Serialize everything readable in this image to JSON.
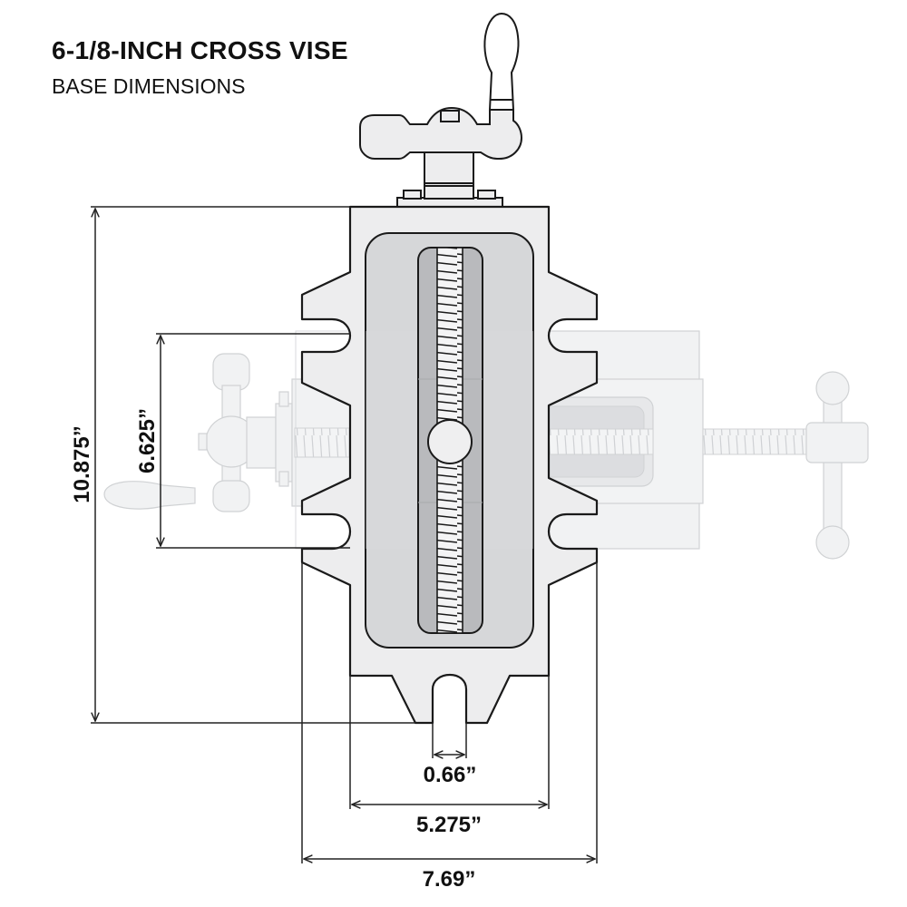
{
  "header": {
    "title": "6-1/8-INCH CROSS VISE",
    "subtitle": "BASE DIMENSIONS"
  },
  "dimensions": {
    "overall_length": {
      "label": "10.875”",
      "orientation": "vertical"
    },
    "slot_spacing": {
      "label": "6.625”",
      "orientation": "vertical"
    },
    "slot_width": {
      "label": "0.66”",
      "orientation": "horizontal"
    },
    "body_width": {
      "label": "5.275”",
      "orientation": "horizontal"
    },
    "overall_width": {
      "label": "7.69”",
      "orientation": "horizontal"
    }
  },
  "colors": {
    "outline": "#1a1a1a",
    "base_fill": "#ededee",
    "inner_recess": "#d6d7d9",
    "channel": "#b9babd",
    "thread": "#f4f4f5",
    "ghost_fill": "#f1f2f3",
    "ghost_stroke": "#d0d2d4"
  }
}
